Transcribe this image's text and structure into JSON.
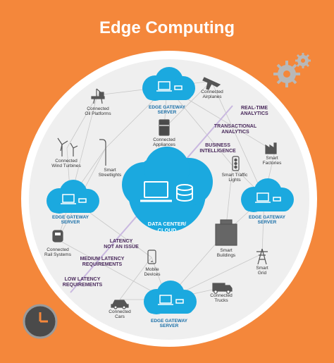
{
  "title": "Edge Computing",
  "center": {
    "line1": "DATA CENTER/",
    "line2": "CLOUD"
  },
  "gateways": [
    {
      "line1": "EDGE GATEWAY",
      "line2": "SERVER"
    },
    {
      "line1": "EDGE GATEWAY",
      "line2": "SERVER"
    },
    {
      "line1": "EDGE GATEWAY",
      "line2": "SERVER"
    },
    {
      "line1": "EDGE GATEWAY",
      "line2": "SERVER"
    }
  ],
  "devices": {
    "oil_platforms": {
      "line1": "Connected",
      "line2": "Oil Platforms"
    },
    "airplanes": {
      "line1": "Connected",
      "line2": "Airplanes"
    },
    "appliances": {
      "line1": "Connected",
      "line2": "Appliances"
    },
    "wind_turbines": {
      "line1": "Connected",
      "line2": "Wind Turbines"
    },
    "streetlights": {
      "line1": "Smart",
      "line2": "Streetlights"
    },
    "factories": {
      "line1": "Smart",
      "line2": "Factories"
    },
    "traffic_lights": {
      "line1": "Smart Traffic",
      "line2": "Lights"
    },
    "rail_systems": {
      "line1": "Connected",
      "line2": "Rail Systems"
    },
    "buildings": {
      "line1": "Smart",
      "line2": "Buildings"
    },
    "grid": {
      "line1": "Smart",
      "line2": "Grid"
    },
    "mobile_devices": {
      "line1": "Mobile",
      "line2": "Devices"
    },
    "trucks": {
      "line1": "Connected",
      "line2": "Trucks"
    },
    "cars": {
      "line1": "Connected",
      "line2": "Cars"
    }
  },
  "latency": {
    "real_time": {
      "line1": "REAL-TIME",
      "line2": "ANALYTICS"
    },
    "transactional": {
      "line1": "TRANSACTIONAL",
      "line2": "ANALYTICS"
    },
    "business": {
      "line1": "BUSINESS",
      "line2": "INTELLIGENCE"
    },
    "not_an_issue": {
      "line1": "LATENCY",
      "line2": "NOT AN ISSUE"
    },
    "medium": {
      "line1": "MEDIUM LATENCY",
      "line2": "REQUIREMENTS"
    },
    "low": {
      "line1": "LOW LATENCY",
      "line2": "REQUIREMENTS"
    }
  },
  "colors": {
    "background": "#F4873B",
    "cloud": "#1BA9DF",
    "label_dark": "#4A2A5C",
    "gateway_text": "#1A6FA8",
    "gear": "#B0B0B0",
    "clock_face": "#555555"
  }
}
